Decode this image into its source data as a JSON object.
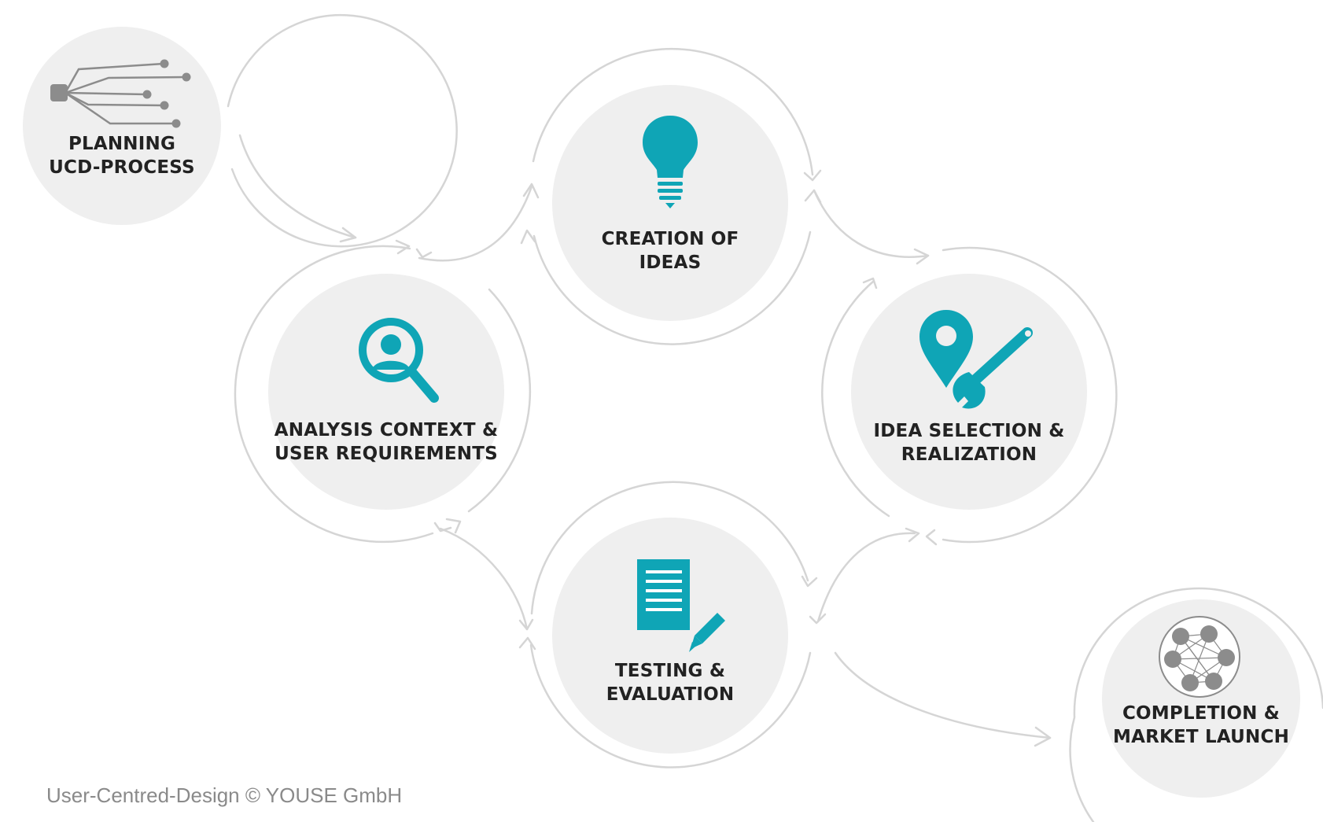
{
  "diagram": {
    "nodes": [
      {
        "id": "planning",
        "icon": "circuit-icon",
        "lines": [
          "PLANNING",
          "UCD-PROCESS"
        ]
      },
      {
        "id": "analysis",
        "icon": "user-search-icon",
        "lines": [
          "ANALYSIS CONTEXT &",
          "USER REQUIREMENTS"
        ]
      },
      {
        "id": "ideas",
        "icon": "lightbulb-icon",
        "lines": [
          "CREATION OF",
          "IDEAS"
        ]
      },
      {
        "id": "selection",
        "icon": "pin-wrench-icon",
        "lines": [
          "IDEA SELECTION &",
          "REALIZATION"
        ]
      },
      {
        "id": "testing",
        "icon": "document-pencil-icon",
        "lines": [
          "TESTING &",
          "EVALUATION"
        ]
      },
      {
        "id": "completion",
        "icon": "network-icon",
        "lines": [
          "COMPLETION &",
          "MARKET LAUNCH"
        ]
      }
    ],
    "colors": {
      "accent": "#0fa5b6",
      "ring": "#d5d5d5",
      "disc": "#efefef",
      "icon_gray": "#8c8c8c",
      "text": "#222222"
    }
  },
  "footer": {
    "text": "User-Centred-Design © YOUSE GmbH"
  }
}
